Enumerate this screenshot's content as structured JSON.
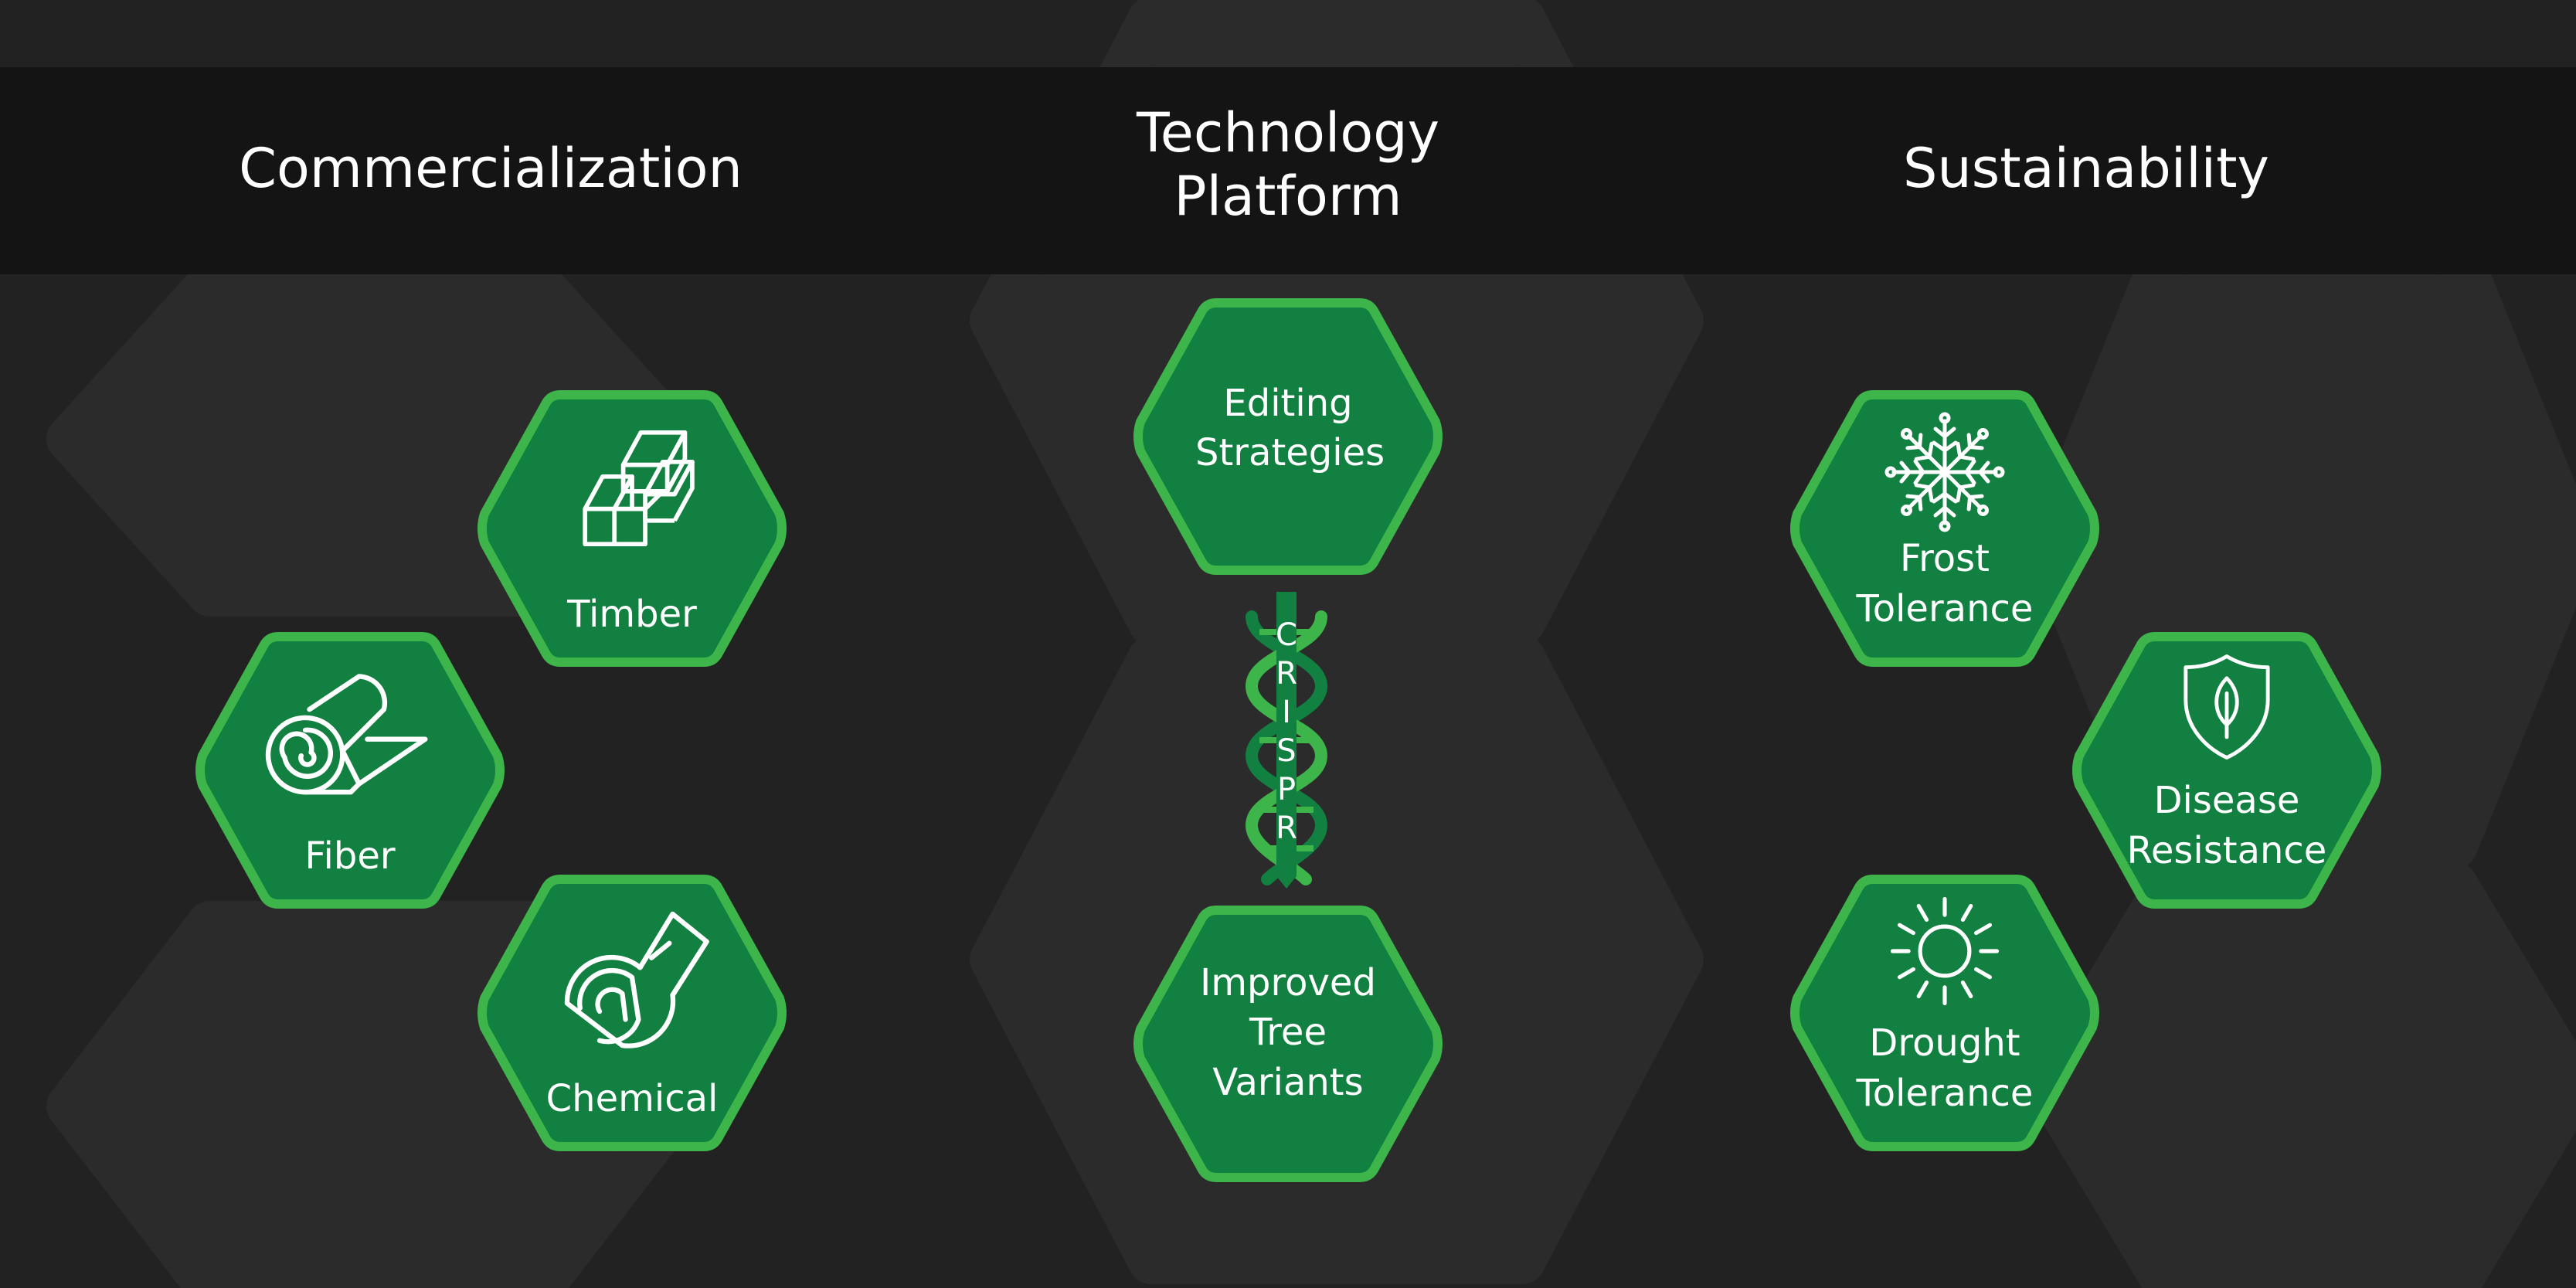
{
  "headings": {
    "left": "Commercialization",
    "center": "Technology Platform",
    "right": "Sustainability"
  },
  "nodes": {
    "timber": {
      "label": "Timber",
      "icon": "lumber-icon"
    },
    "fiber": {
      "label": "Fiber",
      "icon": "paper-roll-icon"
    },
    "chemical": {
      "label": "Chemical",
      "icon": "log-cross-section-icon"
    },
    "editing": {
      "label": "Editing Strategies"
    },
    "improved": {
      "label": "Improved Tree Variants"
    },
    "frost": {
      "label": "Frost Tolerance",
      "icon": "snowflake-icon"
    },
    "disease": {
      "label": "Disease Resistance",
      "icon": "shield-leaf-icon"
    },
    "drought": {
      "label": "Drought Tolerance",
      "icon": "sun-icon"
    }
  },
  "crispr": {
    "letters": [
      "C",
      "R",
      "I",
      "S",
      "P",
      "R"
    ],
    "icon": "dna-helix-icon"
  },
  "colors": {
    "background": "#222222",
    "header_band": "#141414",
    "hex_fill": "#118040",
    "hex_border": "#3db54a",
    "helix_light": "#3db54a",
    "helix_dark": "#118040"
  }
}
